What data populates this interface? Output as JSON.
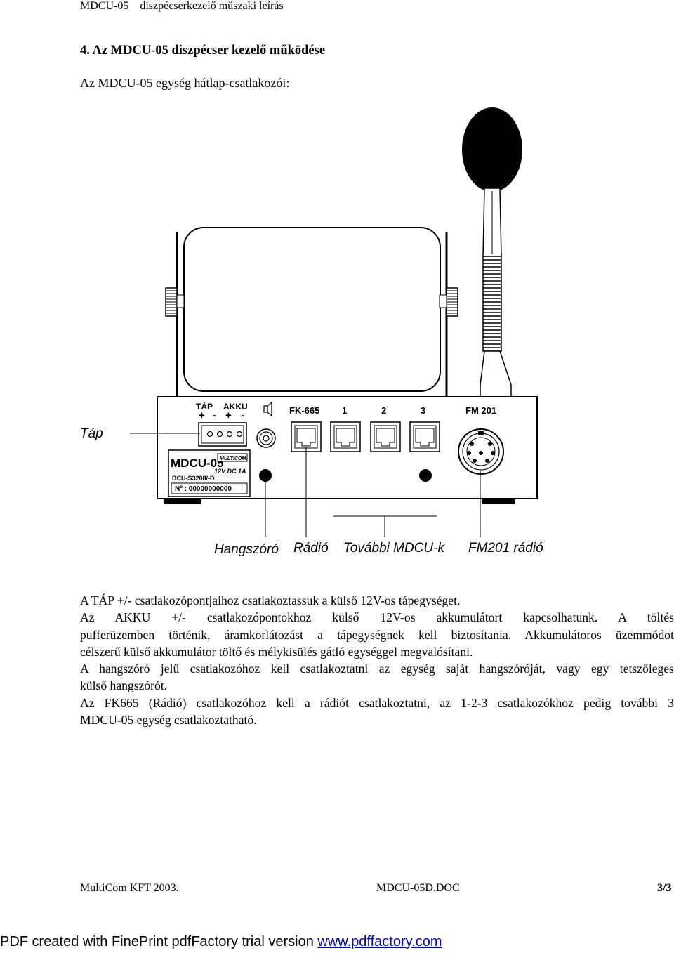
{
  "header": {
    "doc_id": "MDCU-05",
    "doc_title": "diszpécserkezelő műszaki leírás"
  },
  "section": {
    "title": "4. Az MDCU-05  diszpécser kezelő működése",
    "subtitle": "Az MDCU-05 egység hátlap-csatlakozói:"
  },
  "diagram": {
    "callouts": {
      "tap": "Táp",
      "hangszoro": "Hangszóró",
      "radio": "Rádió",
      "tovabbi": "További MDCU-k",
      "fm201_radio": "FM201 rádió"
    },
    "panel": {
      "tap": "TÁP",
      "akku": "AKKU",
      "plus1": "+",
      "minus1": "-",
      "plus2": "+",
      "minus2": "-",
      "fk665": "FK-665",
      "port1": "1",
      "port2": "2",
      "port3": "3",
      "fm201": "FM 201",
      "model": "MDCU-05",
      "logo": "MULTICOM",
      "power": "12V DC 1A",
      "type": "DCU-S3208/-D",
      "serial": "Nº : 00000000000"
    }
  },
  "body": {
    "line1": "A TÁP +/-  csatlakozópontjaihoz csatlakoztassuk a külső 12V-os tápegységet.",
    "line2": "Az AKKU +/- csatlakozópontokhoz külső 12V-os akkumulátort kapcsolhatunk. A töltés",
    "line3": "pufferüzemben történik, áramkorlátozást a tápegységnek kell biztosítania. Akkumulátoros üzemmódot",
    "line4": "célszerű külső akkumulátor töltő és mélykisülés gátló egységgel megvalósítani.",
    "line5": "A hangszóró jelű csatlakozóhoz kell csatlakoztatni az egység saját hangszóróját, vagy egy tetszőleges",
    "line6": "külső hangszórót.",
    "line7": "Az FK665 (Rádió) csatlakozóhoz kell a rádiót csatlakoztatni, az 1-2-3 csatlakozókhoz pedig további 3",
    "line8": "MDCU-05 egység csatlakoztatható."
  },
  "footer": {
    "company": "MultiCom KFT   2003.",
    "file": "MDCU-05D.DOC",
    "page": "3/3"
  },
  "pdf_banner": {
    "text": "PDF created with FinePrint pdfFactory trial version ",
    "link": "www.pdffactory.com"
  }
}
